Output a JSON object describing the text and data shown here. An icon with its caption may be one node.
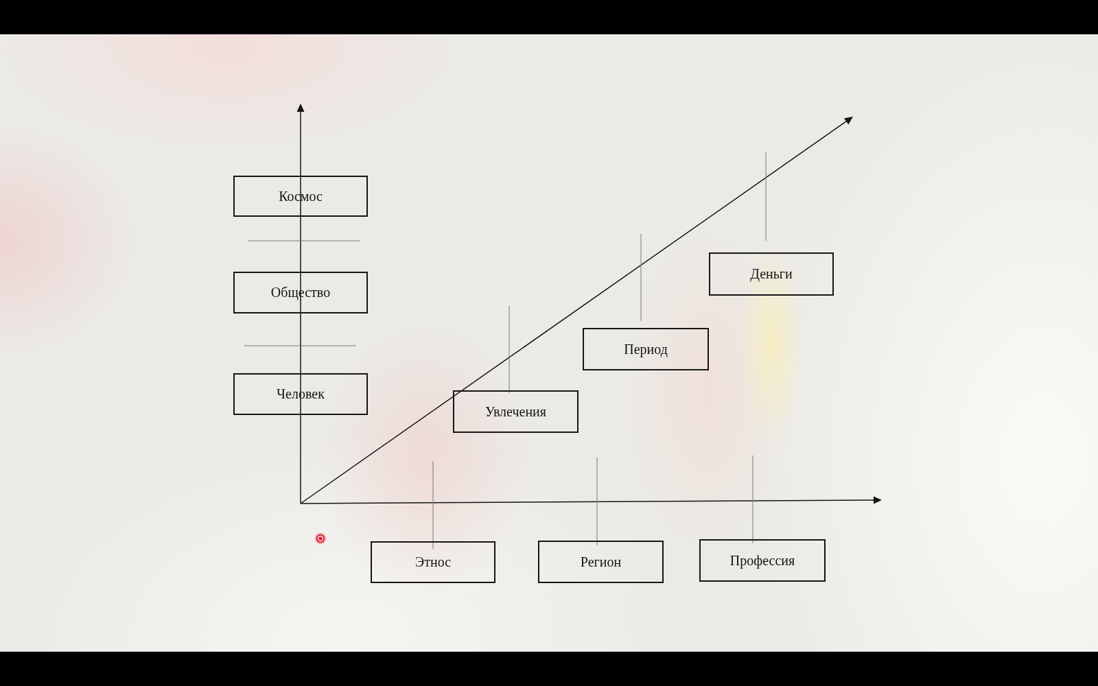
{
  "diagram": {
    "nodes": [
      {
        "text": [
          "Космос"
        ]
      },
      {
        "text": [
          "Общество"
        ]
      },
      {
        "text": [
          "Человек"
        ]
      },
      {
        "text": [
          "Увлечения"
        ]
      },
      {
        "text": [
          "Период"
        ]
      },
      {
        "text": [
          "Деньги"
        ]
      },
      {
        "text": [
          "Этнос"
        ]
      },
      {
        "text": [
          "Регион"
        ]
      },
      {
        "text": [
          "Профессия"
        ]
      }
    ]
  }
}
